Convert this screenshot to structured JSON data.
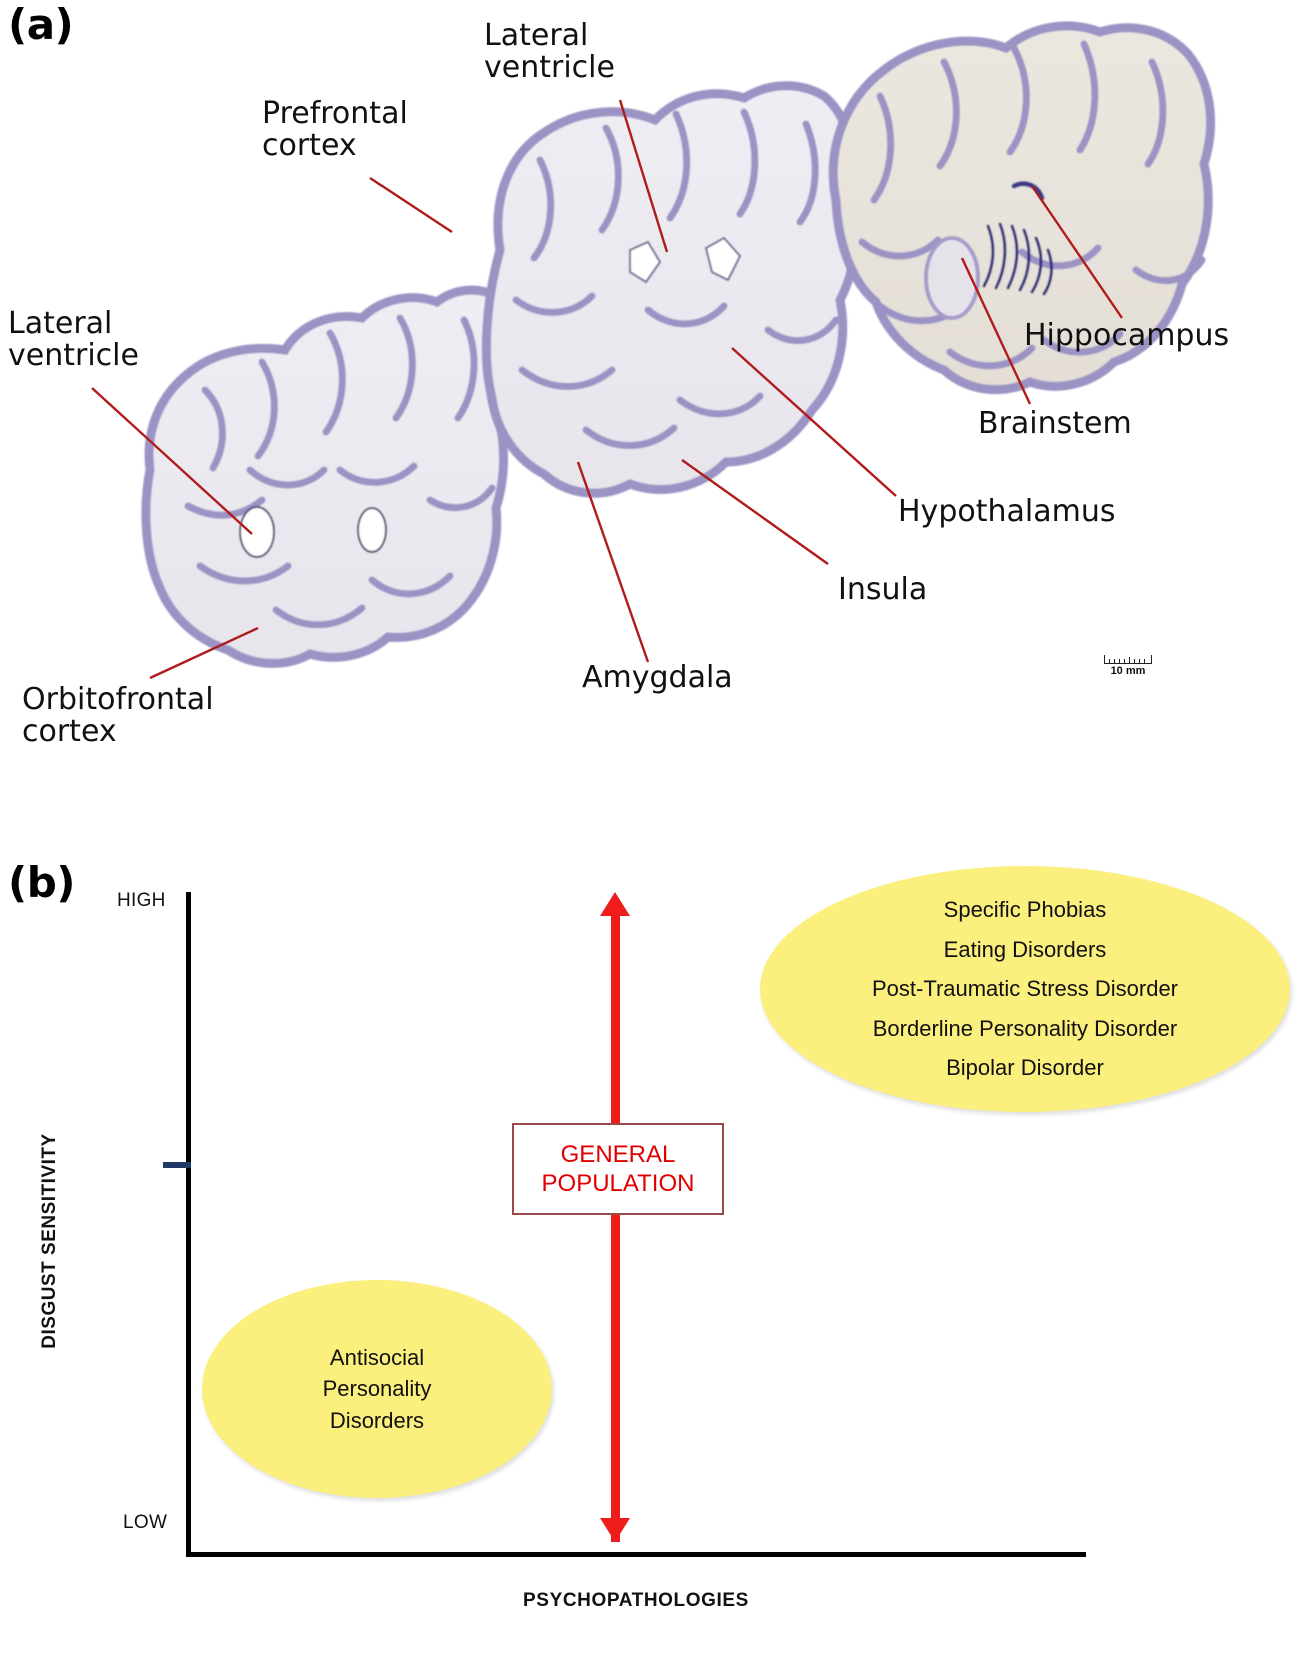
{
  "panels": {
    "a": {
      "letter": "(a)",
      "labels": [
        {
          "id": "prefrontal-cortex",
          "text": "Prefrontal\ncortex"
        },
        {
          "id": "lateral-ventricle-top",
          "text": "Lateral\nventricle"
        },
        {
          "id": "lateral-ventricle-left",
          "text": "Lateral\nventricle"
        },
        {
          "id": "orbitofrontal-cortex",
          "text": "Orbitofrontal\ncortex"
        },
        {
          "id": "amygdala",
          "text": "Amygdala"
        },
        {
          "id": "insula",
          "text": "Insula"
        },
        {
          "id": "hypothalamus",
          "text": "Hypothalamus"
        },
        {
          "id": "brainstem",
          "text": "Brainstem"
        },
        {
          "id": "hippocampus",
          "text": "Hippocampus"
        }
      ],
      "scale_bar": {
        "caption": "10 mm"
      },
      "leader_line_color": "#b01c1c"
    },
    "b": {
      "letter": "(b)",
      "y_axis": {
        "title": "DISGUST SENSITIVITY",
        "high_label": "HIGH",
        "low_label": "LOW",
        "tick_color": "#1f3864"
      },
      "x_axis": {
        "title": "PSYCHOPATHOLOGIES"
      },
      "arrow": {
        "color": "#ef1c1c"
      },
      "general_population": {
        "text": "GENERAL\nPOPULATION",
        "text_color": "#e00000",
        "border_color": "#9b4a4a"
      },
      "ellipse_high": {
        "fill": "#fbef7e",
        "text": "Specific Phobias\nEating Disorders\nPost-Traumatic Stress Disorder\nBorderline Personality Disorder\nBipolar Disorder",
        "items": [
          "Specific Phobias",
          "Eating Disorders",
          "Post-Traumatic Stress Disorder",
          "Borderline Personality Disorder",
          "Bipolar Disorder"
        ]
      },
      "ellipse_low": {
        "fill": "#fbef7e",
        "text": "Antisocial\nPersonality\nDisorders",
        "items": [
          "Antisocial",
          "Personality",
          "Disorders"
        ]
      }
    }
  },
  "chart_data": {
    "type": "scatter",
    "title": "",
    "xlabel": "PSYCHOPATHOLOGIES",
    "ylabel": "DISGUST SENSITIVITY",
    "ytick_labels": [
      "LOW",
      "HIGH"
    ],
    "ylim": [
      "LOW",
      "HIGH"
    ],
    "xlim": [
      0,
      1
    ],
    "grid": false,
    "legend": "none",
    "annotations": [
      {
        "name": "high-disgust-sensitivity-group",
        "shape": "ellipse",
        "fill": "#fbef7e",
        "y_level": "high",
        "x_level": "right",
        "items": [
          "Specific Phobias",
          "Eating Disorders",
          "Post-Traumatic Stress Disorder",
          "Borderline Personality Disorder",
          "Bipolar Disorder"
        ]
      },
      {
        "name": "low-disgust-sensitivity-group",
        "shape": "ellipse",
        "fill": "#fbef7e",
        "y_level": "low",
        "x_level": "left",
        "items": [
          "Antisocial Personality Disorders"
        ]
      },
      {
        "name": "general-population-range",
        "shape": "double-arrow-with-box",
        "color": "#ef1c1c",
        "label": "GENERAL POPULATION",
        "y_range": [
          "low",
          "high"
        ],
        "x_level": "center"
      }
    ]
  }
}
